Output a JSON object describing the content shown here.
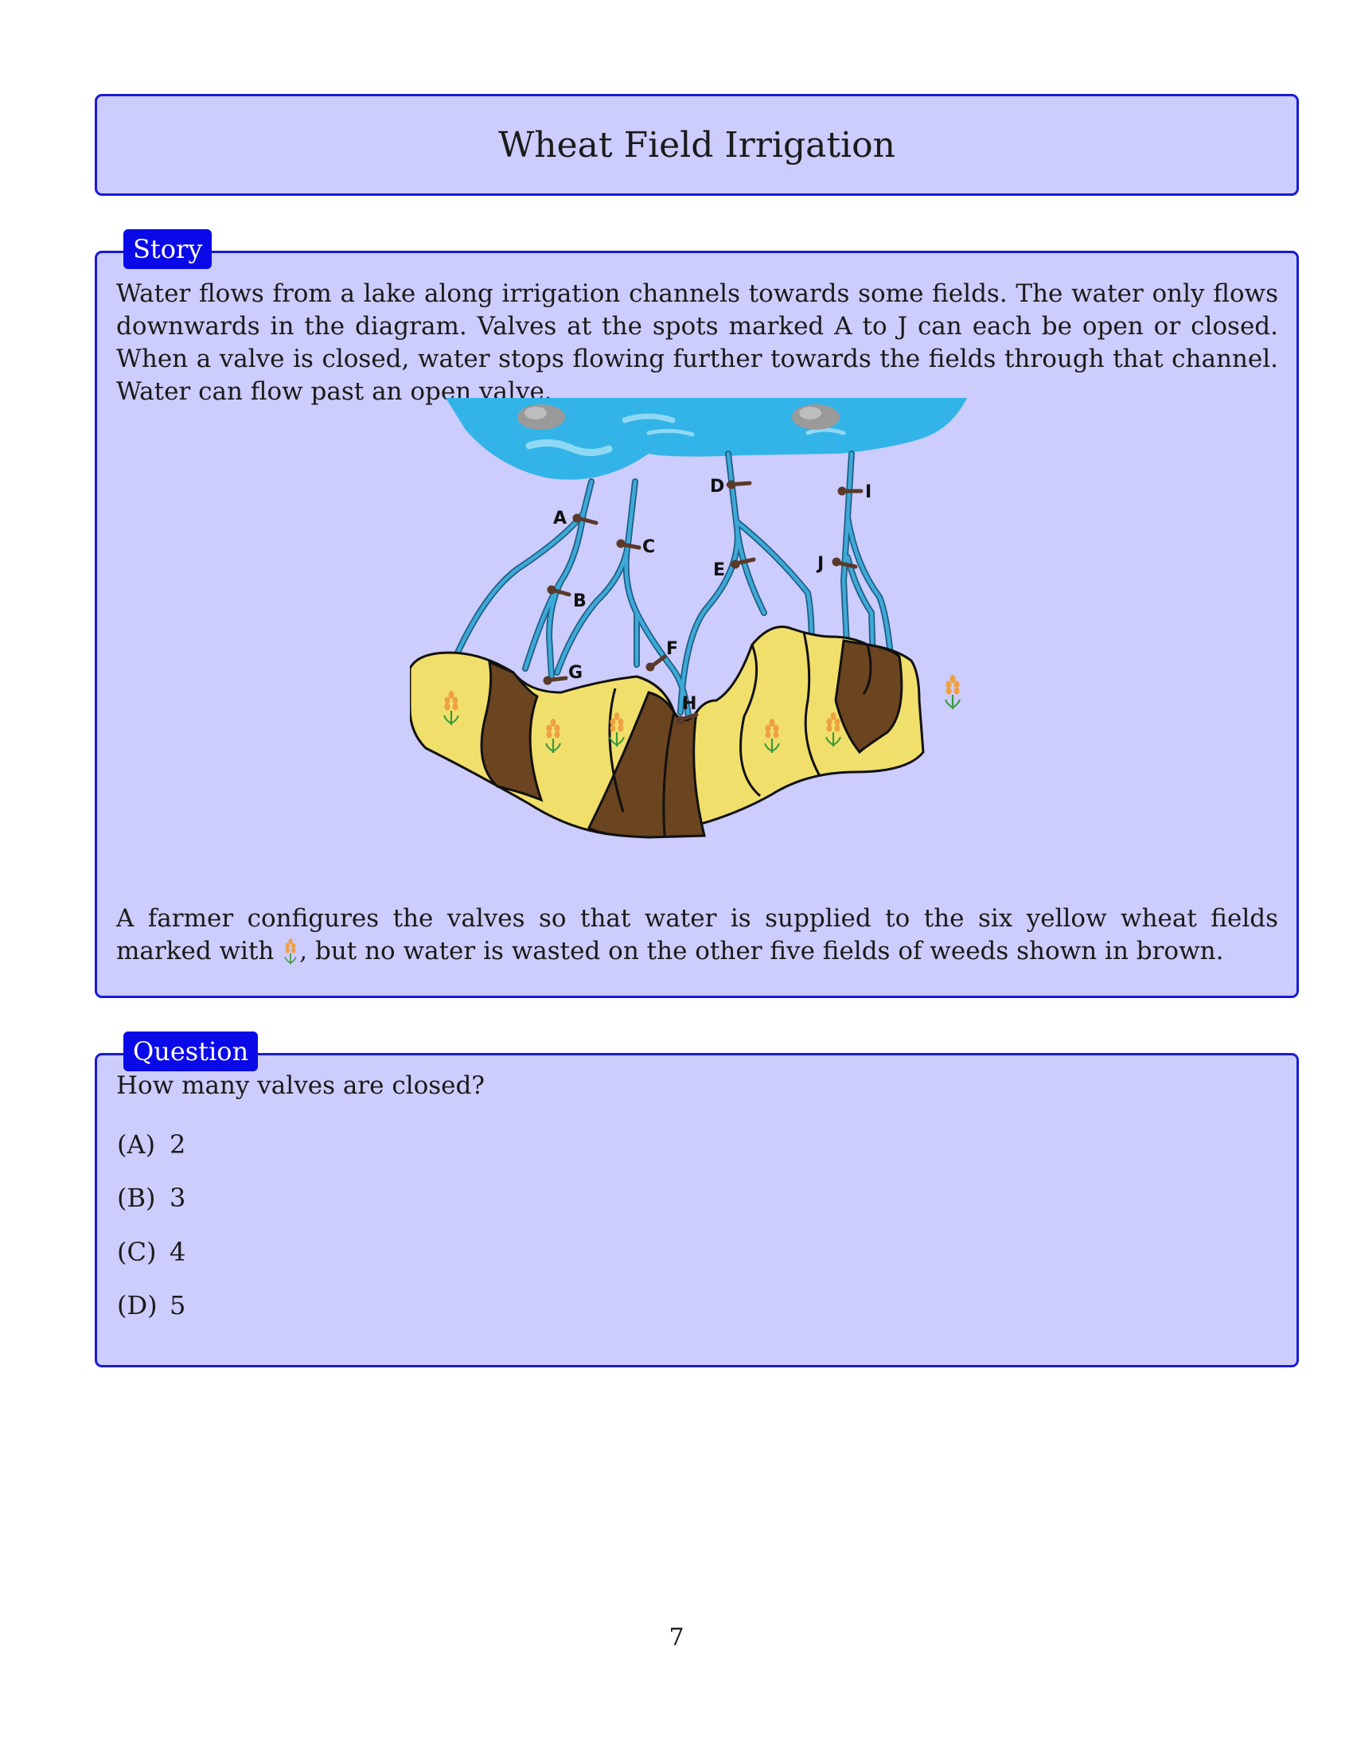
{
  "title": "Wheat Field Irrigation",
  "story": {
    "tag": "Story",
    "paragraph1": "Water flows from a lake along irrigation channels towards some fields. The water only flows downwards in the diagram. Valves at the spots marked A to J can each be open or closed. When a valve is closed, water stops flowing further towards the fields through that channel. Water can flow past an open valve.",
    "paragraph2_before": "A farmer configures the valves so that water is supplied to the six yellow wheat fields marked with",
    "paragraph2_after": ", but no water is wasted on the other five fields of weeds shown in brown."
  },
  "diagram": {
    "valve_labels": [
      "A",
      "B",
      "C",
      "D",
      "E",
      "F",
      "G",
      "H",
      "I",
      "J"
    ],
    "icons": [
      "wheat-icon",
      "rock-icon"
    ],
    "colors": {
      "lake": "#33b4e8",
      "channel": "#3ea9d8",
      "wheat_field": "#f1df6c",
      "weed_field": "#6b4420",
      "valve": "#5a3a2a"
    }
  },
  "question": {
    "tag": "Question",
    "text": "How many valves are closed?",
    "options": [
      {
        "label": "(A)",
        "value": "2"
      },
      {
        "label": "(B)",
        "value": "3"
      },
      {
        "label": "(C)",
        "value": "4"
      },
      {
        "label": "(D)",
        "value": "5"
      }
    ]
  },
  "page_number": "7"
}
